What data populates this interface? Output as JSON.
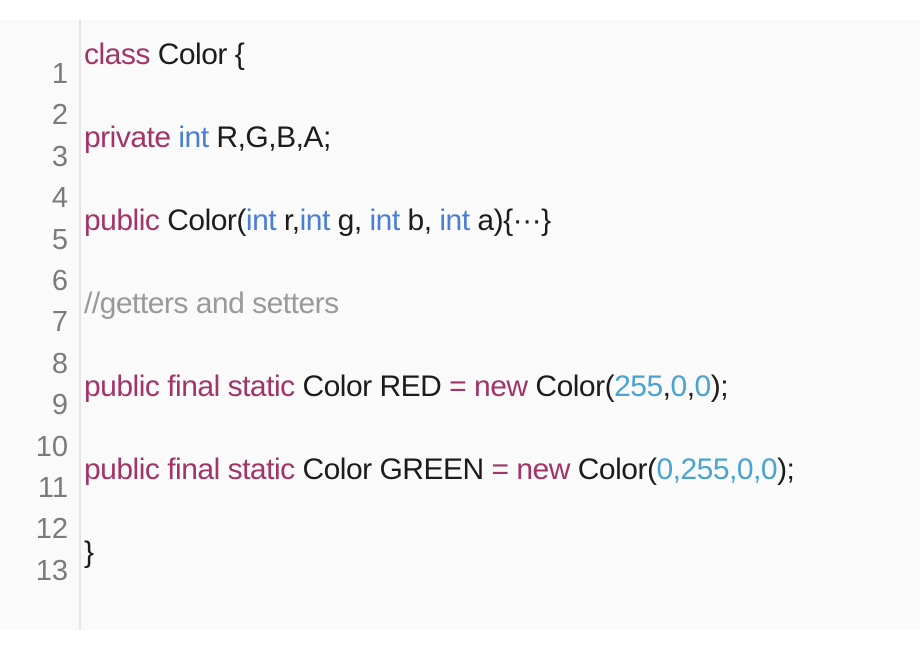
{
  "colors": {
    "page-bg": "#ffffff",
    "block-bg": "#fafafa",
    "separator": "#e4e4e4",
    "gutter-text": "#7b7b7b",
    "plain": "#1c1c1c",
    "keyword": "#a23467",
    "type": "#4a7dd6",
    "number": "#4ba3cf",
    "comment": "#999999"
  },
  "code": {
    "line_numbers": [
      "1",
      "2",
      "3",
      "4",
      "5",
      "6",
      "7",
      "8",
      "9",
      "10",
      "11",
      "12",
      "13"
    ],
    "lines": [
      {
        "tokens": [
          {
            "t": "keyword",
            "v": "class"
          },
          {
            "t": "plain",
            "v": " Color {"
          }
        ]
      },
      {
        "tokens": [
          {
            "t": "keyword",
            "v": "private"
          },
          {
            "t": "plain",
            "v": " "
          },
          {
            "t": "type",
            "v": "int"
          },
          {
            "t": "plain",
            "v": " R,G,B,A;"
          }
        ]
      },
      {
        "tokens": [
          {
            "t": "keyword",
            "v": "public"
          },
          {
            "t": "plain",
            "v": " Color("
          },
          {
            "t": "type",
            "v": "int"
          },
          {
            "t": "plain",
            "v": " r,"
          },
          {
            "t": "type",
            "v": "int"
          },
          {
            "t": "plain",
            "v": " g, "
          },
          {
            "t": "type",
            "v": "int"
          },
          {
            "t": "plain",
            "v": " b, "
          },
          {
            "t": "type",
            "v": "int"
          },
          {
            "t": "plain",
            "v": " a){···}"
          }
        ]
      },
      {
        "tokens": [
          {
            "t": "comment",
            "v": "//getters and setters"
          }
        ]
      },
      {
        "tokens": [
          {
            "t": "keyword",
            "v": "public final static"
          },
          {
            "t": "plain",
            "v": " Color RED "
          },
          {
            "t": "keyword",
            "v": "="
          },
          {
            "t": "plain",
            "v": " "
          },
          {
            "t": "keyword",
            "v": "new"
          },
          {
            "t": "plain",
            "v": " Color("
          },
          {
            "t": "number",
            "v": "255"
          },
          {
            "t": "plain",
            "v": ","
          },
          {
            "t": "number",
            "v": "0"
          },
          {
            "t": "plain",
            "v": ","
          },
          {
            "t": "number",
            "v": "0"
          },
          {
            "t": "plain",
            "v": ");"
          }
        ]
      },
      {
        "tokens": [
          {
            "t": "keyword",
            "v": "public final static"
          },
          {
            "t": "plain",
            "v": " Color GREEN "
          },
          {
            "t": "keyword",
            "v": "="
          },
          {
            "t": "plain",
            "v": " "
          },
          {
            "t": "keyword",
            "v": "new"
          },
          {
            "t": "plain",
            "v": " Color("
          },
          {
            "t": "number",
            "v": "0,255,0,0"
          },
          {
            "t": "plain",
            "v": ");"
          }
        ]
      },
      {
        "tokens": [
          {
            "t": "plain",
            "v": "}"
          }
        ]
      }
    ]
  },
  "layout_note": ""
}
